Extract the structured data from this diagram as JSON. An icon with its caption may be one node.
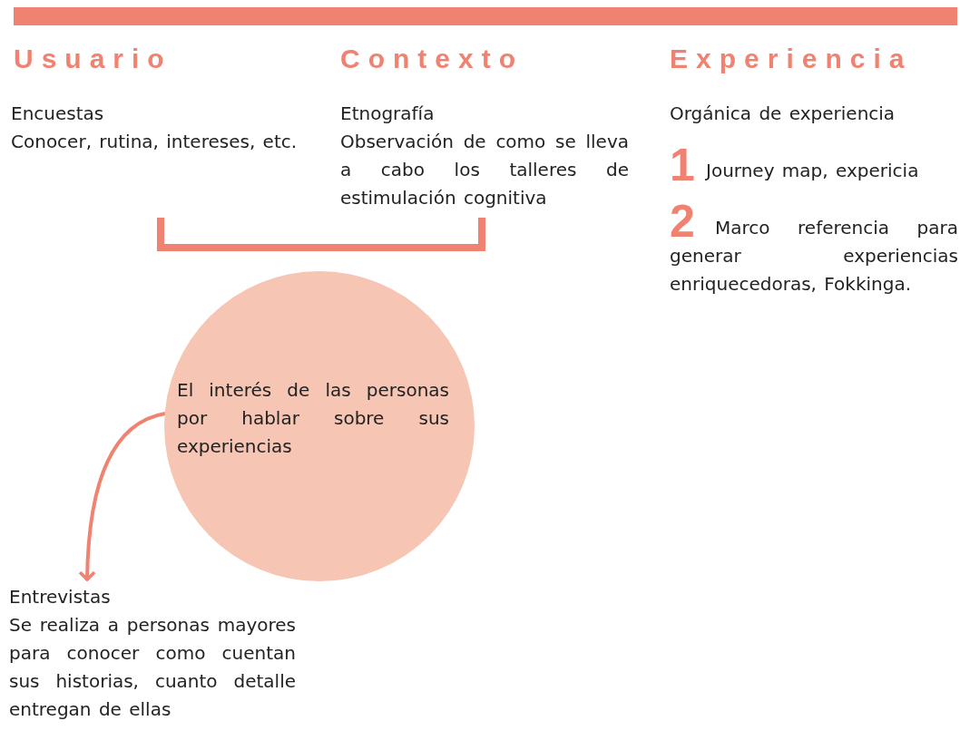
{
  "diagram": {
    "nodes": [
      {
        "text": [
          "El interés de las personas por hablar sobre sus experiencias"
        ]
      },
      {
        "text": [
          "Entrevistas",
          "Se realiza a personas mayores para conocer como cuentan sus historias, cuanto detalle entregan de ellas"
        ]
      }
    ],
    "edges": [
      {
        "from": 0,
        "to": 1,
        "arrow": "to"
      }
    ],
    "labels": [
      "Usuario",
      "Contexto",
      "Experiencia",
      "Encuestas",
      "Conocer, rutina, intereses, etc.",
      "Etnografía",
      "Observación de como se lleva a cabo los talleres de estimulación cognitiva",
      "Orgánica de experiencia",
      "1",
      "Journey map, expericia",
      "2",
      "Marco referencia para generar experiencias enriquecedoras, Fokkinga."
    ]
  }
}
